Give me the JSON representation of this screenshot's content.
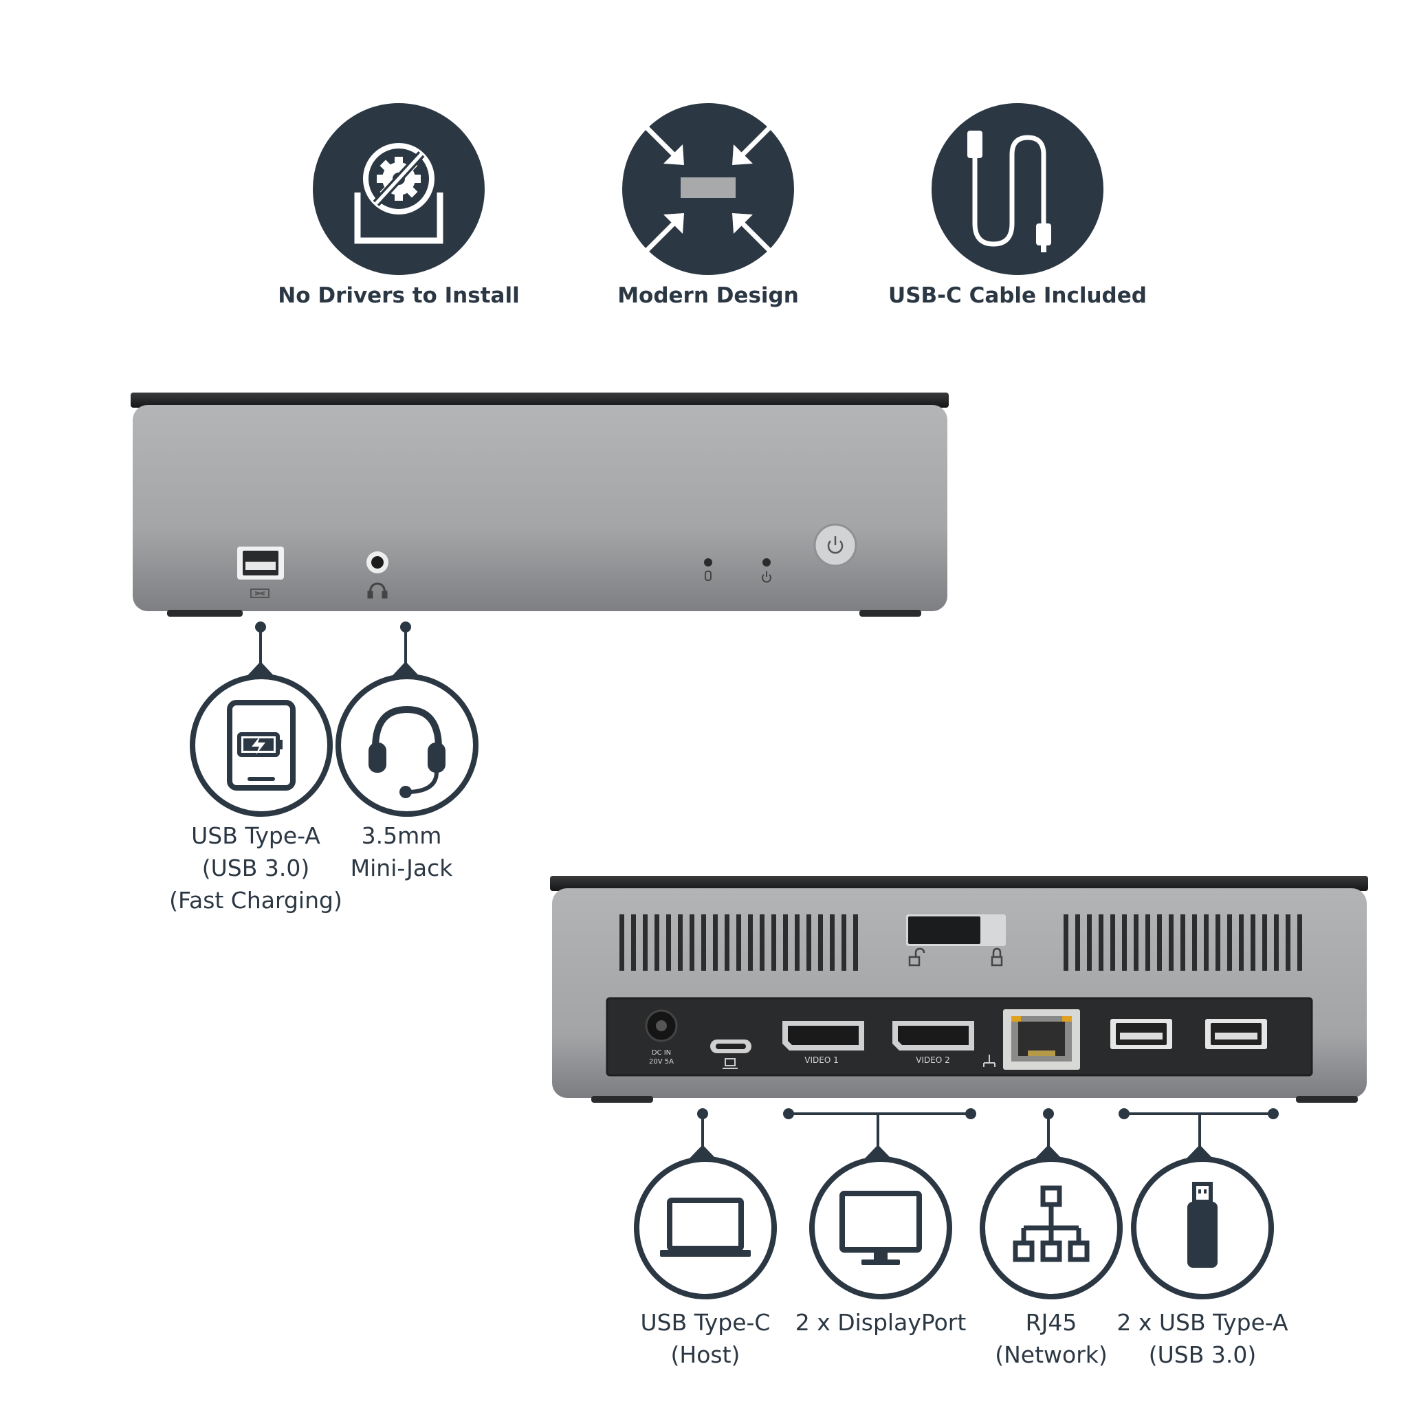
{
  "features": [
    {
      "label": "No Drivers to Install",
      "icon": "no-gear-download-icon"
    },
    {
      "label": "Modern Design",
      "icon": "compact-arrows-icon"
    },
    {
      "label": "USB-C Cable Included",
      "icon": "usb-c-cable-icon"
    }
  ],
  "front_device": {
    "port_captions": [
      "USB Type-A",
      "(USB 3.0)",
      "(Fast Charging)"
    ],
    "audio_captions": [
      "3.5mm",
      "Mini-Jack"
    ]
  },
  "rear_device": {
    "dc_label": "DC IN",
    "dc_rating": "20V 5A",
    "video1_label": "VIDEO 1",
    "video2_label": "VIDEO 2"
  },
  "rear_ports": [
    {
      "lines": [
        "USB Type-C",
        "(Host)"
      ],
      "icon": "laptop-icon"
    },
    {
      "lines": [
        "2 x DisplayPort"
      ],
      "icon": "monitor-icon"
    },
    {
      "lines": [
        "RJ45",
        "(Network)"
      ],
      "icon": "network-icon"
    },
    {
      "lines": [
        "2 x USB Type-A",
        "(USB 3.0)"
      ],
      "icon": "usb-drive-icon"
    }
  ],
  "colors": {
    "navy": "#2b3743",
    "silver": "#a7a9ab",
    "black": "#1e1f20"
  }
}
